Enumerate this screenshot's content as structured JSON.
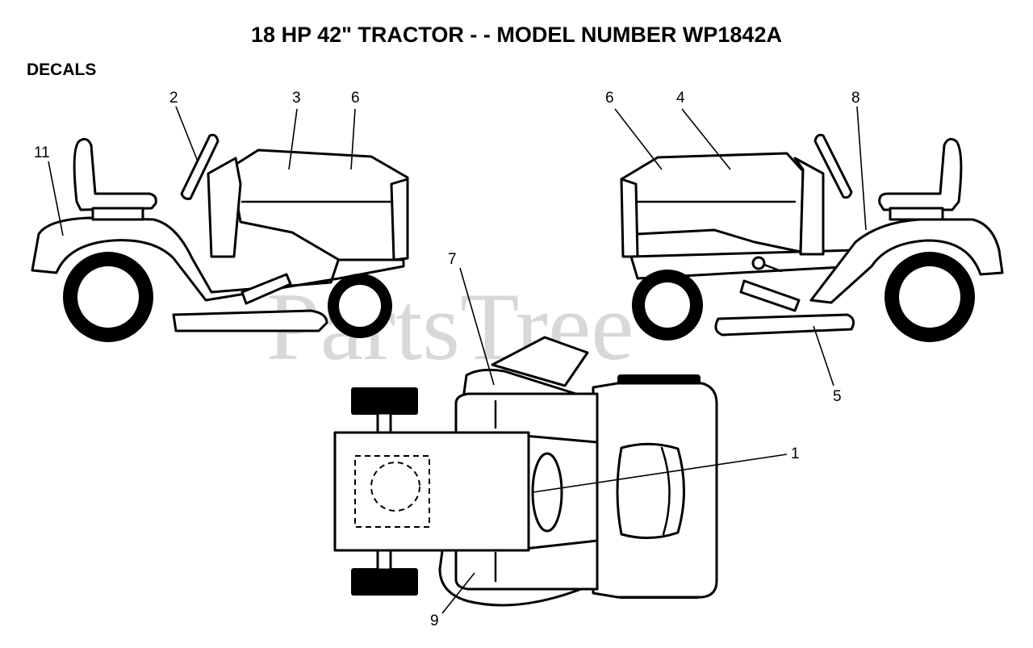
{
  "title": "18 HP 42\" TRACTOR - - MODEL NUMBER WP1842A",
  "section": "DECALS",
  "watermark": "PartsTree",
  "callouts": {
    "c1": "1",
    "c2": "2",
    "c3": "3",
    "c4": "4",
    "c5": "5",
    "c6_left": "6",
    "c6_right": "6",
    "c7": "7",
    "c8": "8",
    "c9": "9",
    "c11": "11"
  },
  "colors": {
    "line": "#000000",
    "watermark": "#b9b9b9",
    "background": "#ffffff"
  }
}
